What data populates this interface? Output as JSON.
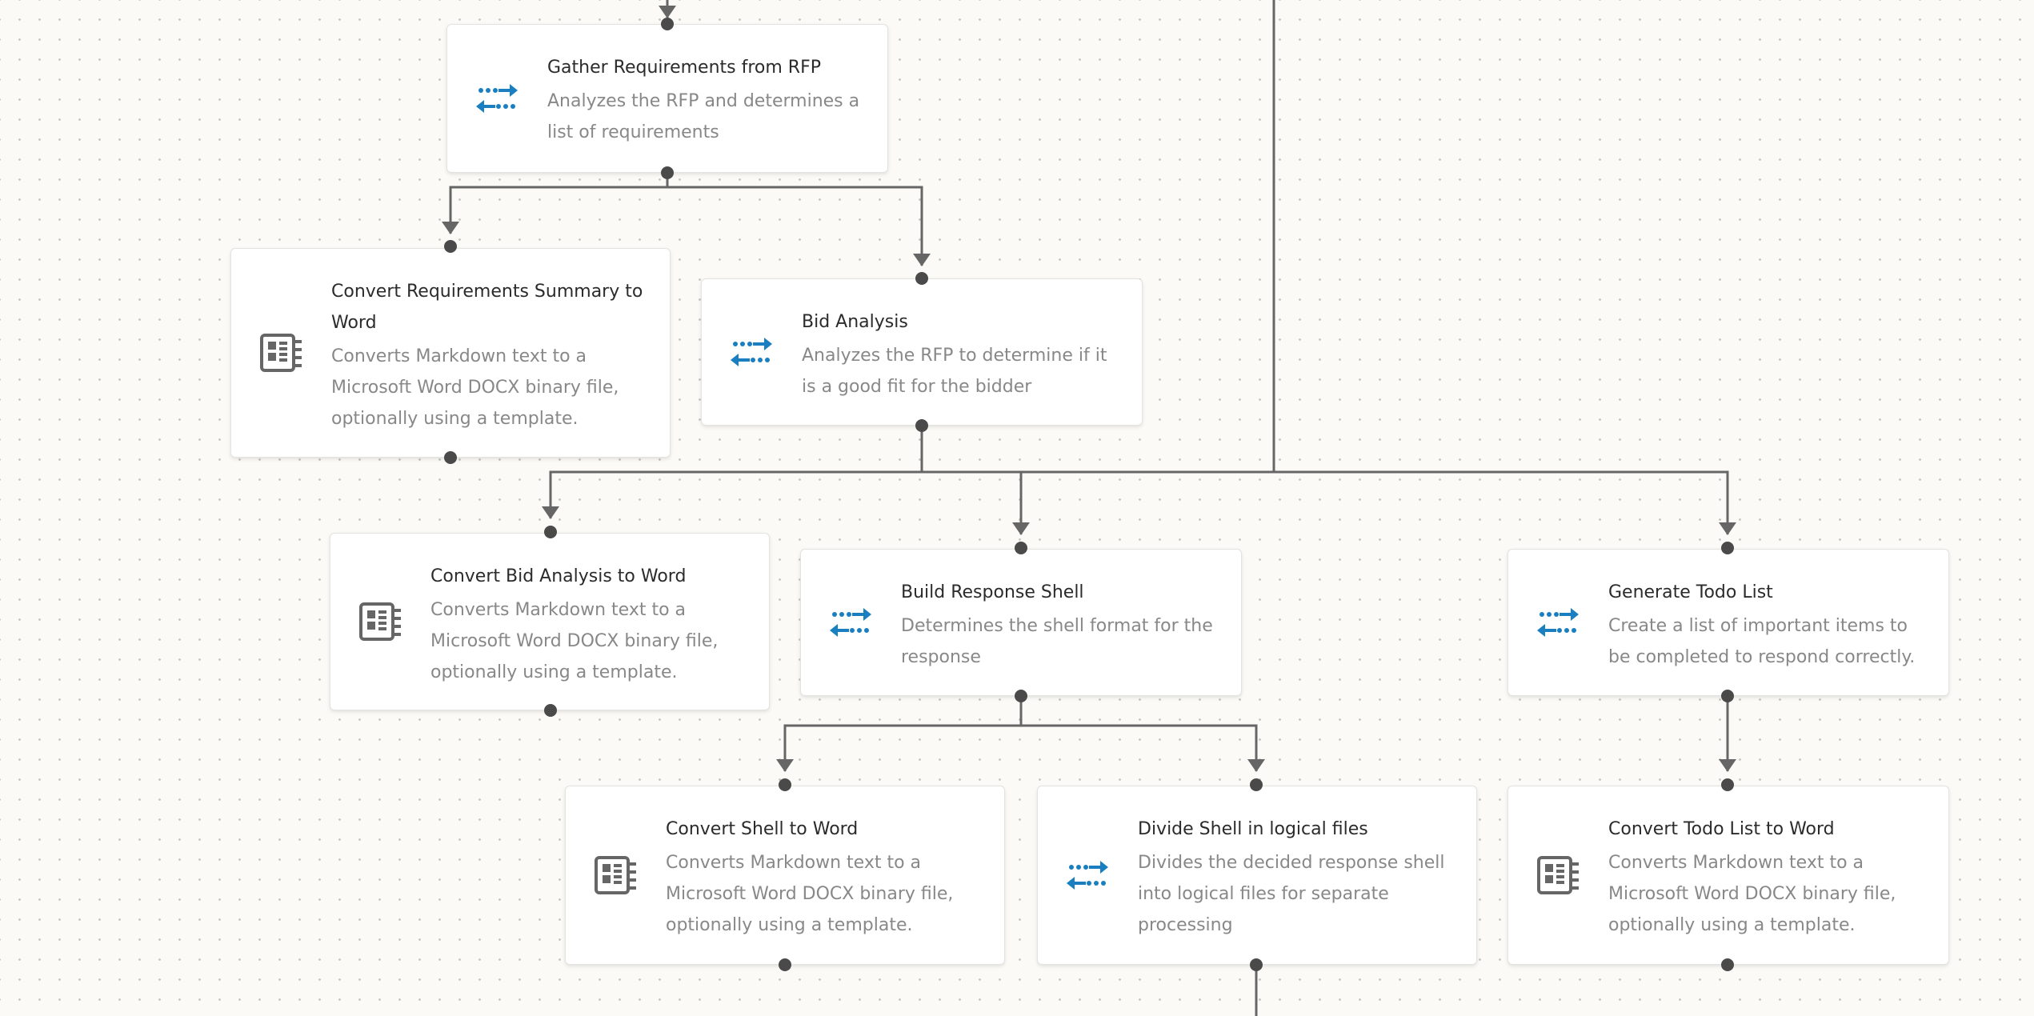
{
  "canvas": {
    "colors": {
      "connector": "#666666",
      "transform_icon": "#1a7fc1",
      "word_icon": "#666666"
    }
  },
  "nodes": {
    "gather": {
      "title": "Gather Requirements from RFP",
      "description": "Analyzes the RFP and determines a list of requirements",
      "icon": "transform-arrows-icon"
    },
    "convert_requirements": {
      "title": "Convert Requirements Summary to Word",
      "description": "Converts Markdown text to a Microsoft Word DOCX binary file, optionally using a template.",
      "icon": "word-document-icon"
    },
    "bid_analysis": {
      "title": "Bid Analysis",
      "description": "Analyzes the RFP to determine if it is a good fit for the bidder",
      "icon": "transform-arrows-icon"
    },
    "convert_bid": {
      "title": "Convert Bid Analysis to Word",
      "description": "Converts Markdown text to a Microsoft Word DOCX binary file, optionally using a template.",
      "icon": "word-document-icon"
    },
    "build_shell": {
      "title": "Build Response Shell",
      "description": "Determines the shell format for the response",
      "icon": "transform-arrows-icon"
    },
    "todo": {
      "title": "Generate Todo List",
      "description": "Create a list of important items to be completed to respond correctly.",
      "icon": "transform-arrows-icon"
    },
    "convert_shell": {
      "title": "Convert Shell to Word",
      "description": "Converts Markdown text to a Microsoft Word DOCX binary file, optionally using a template.",
      "icon": "word-document-icon"
    },
    "divide_shell": {
      "title": "Divide Shell in logical files",
      "description": "Divides the decided response shell into logical files for separate processing",
      "icon": "transform-arrows-icon"
    },
    "convert_todo": {
      "title": "Convert Todo List to Word",
      "description": "Converts Markdown text to a Microsoft Word DOCX binary file, optionally using a template.",
      "icon": "word-document-icon"
    }
  }
}
